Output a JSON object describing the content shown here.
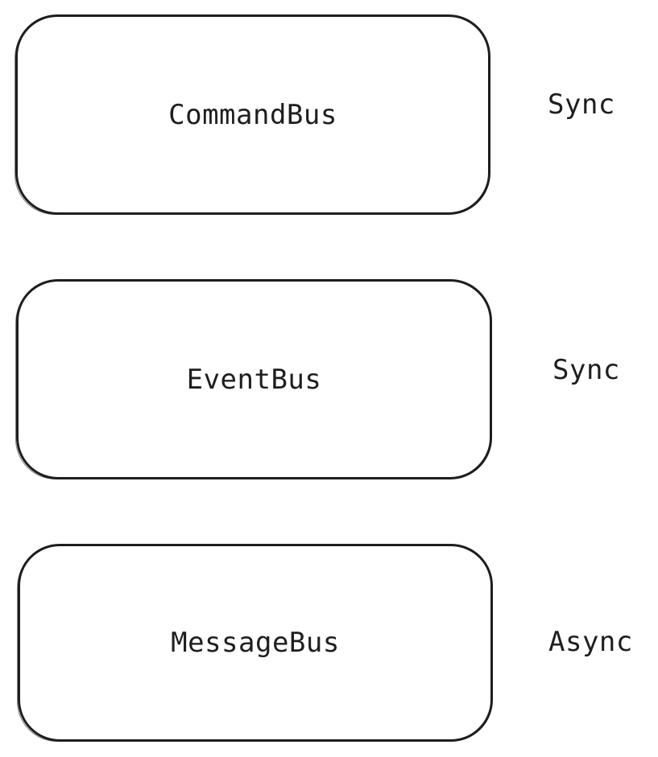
{
  "buses": [
    {
      "name": "CommandBus",
      "mode": "Sync"
    },
    {
      "name": "EventBus",
      "mode": "Sync"
    },
    {
      "name": "MessageBus",
      "mode": "Async"
    }
  ]
}
